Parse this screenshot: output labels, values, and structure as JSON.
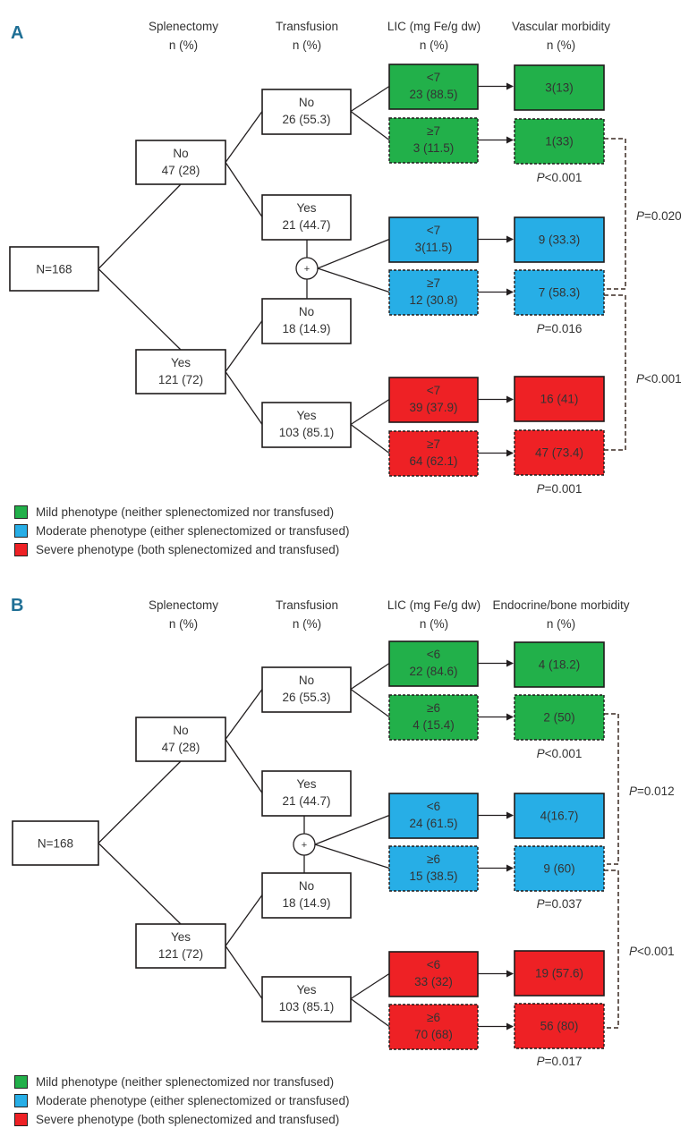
{
  "colors": {
    "mild": "#22b04a",
    "moderate": "#27aee6",
    "severe": "#ee2125",
    "white": "#ffffff",
    "panel_letter": "#1f6f95",
    "line": "#231f20",
    "dashed": "#3a2a22"
  },
  "panels": [
    {
      "letter": "A",
      "headers": {
        "splenectomy": [
          "Splenectomy",
          "n (%)"
        ],
        "transfusion": [
          "Transfusion",
          "n (%)"
        ],
        "lic": [
          "LIC (mg Fe/g dw)",
          "n (%)"
        ],
        "outcome": [
          "Vascular morbidity",
          "n (%)"
        ]
      },
      "root": "N=168",
      "splenectomy": [
        {
          "label": "No",
          "value": "47 (28)"
        },
        {
          "label": "Yes",
          "value": "121 (72)"
        }
      ],
      "transfusion": [
        {
          "label": "No",
          "value": "26 (55.3)"
        },
        {
          "label": "Yes",
          "value": "21 (44.7)"
        },
        {
          "label": "No",
          "value": "18 (14.9)"
        },
        {
          "label": "Yes",
          "value": "103 (85.1)"
        }
      ],
      "combine_symbol": "+",
      "lic": [
        {
          "label": "<7",
          "value": "23 (88.5)",
          "phenotype": "mild",
          "high": false
        },
        {
          "label": "≥7",
          "value": "3 (11.5)",
          "phenotype": "mild",
          "high": true
        },
        {
          "label": "<7",
          "value": "3(11.5)",
          "phenotype": "moderate",
          "high": false
        },
        {
          "label": "≥7",
          "value": "12 (30.8)",
          "phenotype": "moderate",
          "high": true
        },
        {
          "label": "<7",
          "value": "39 (37.9)",
          "phenotype": "severe",
          "high": false
        },
        {
          "label": "≥7",
          "value": "64 (62.1)",
          "phenotype": "severe",
          "high": true
        }
      ],
      "outcome": [
        {
          "value": "3(13)",
          "phenotype": "mild",
          "high": false
        },
        {
          "value": "1(33)",
          "phenotype": "mild",
          "high": true
        },
        {
          "value": "9 (33.3)",
          "phenotype": "moderate",
          "high": false
        },
        {
          "value": "7 (58.3)",
          "phenotype": "moderate",
          "high": true
        },
        {
          "value": "16 (41)",
          "phenotype": "severe",
          "high": false
        },
        {
          "value": "47 (73.4)",
          "phenotype": "severe",
          "high": true
        }
      ],
      "p_within": [
        {
          "p": "P",
          "rest": "<0.001"
        },
        {
          "p": "P",
          "rest": "=0.016"
        },
        {
          "p": "P",
          "rest": "=0.001"
        }
      ],
      "p_between": [
        {
          "p": "P",
          "rest": "=0.020"
        },
        {
          "p": "P",
          "rest": "<0.001"
        }
      ]
    },
    {
      "letter": "B",
      "headers": {
        "splenectomy": [
          "Splenectomy",
          "n (%)"
        ],
        "transfusion": [
          "Transfusion",
          "n (%)"
        ],
        "lic": [
          "LIC (mg Fe/g dw)",
          "n (%)"
        ],
        "outcome": [
          "Endocrine/bone morbidity",
          "n (%)"
        ]
      },
      "root": "N=168",
      "splenectomy": [
        {
          "label": "No",
          "value": "47 (28)"
        },
        {
          "label": "Yes",
          "value": "121 (72)"
        }
      ],
      "transfusion": [
        {
          "label": "No",
          "value": "26 (55.3)"
        },
        {
          "label": "Yes",
          "value": "21 (44.7)"
        },
        {
          "label": "No",
          "value": "18 (14.9)"
        },
        {
          "label": "Yes",
          "value": "103 (85.1)"
        }
      ],
      "combine_symbol": "+",
      "lic": [
        {
          "label": "<6",
          "value": "22 (84.6)",
          "phenotype": "mild",
          "high": false
        },
        {
          "label": "≥6",
          "value": "4 (15.4)",
          "phenotype": "mild",
          "high": true
        },
        {
          "label": "<6",
          "value": "24 (61.5)",
          "phenotype": "moderate",
          "high": false
        },
        {
          "label": "≥6",
          "value": "15 (38.5)",
          "phenotype": "moderate",
          "high": true
        },
        {
          "label": "<6",
          "value": "33 (32)",
          "phenotype": "severe",
          "high": false
        },
        {
          "label": "≥6",
          "value": "70 (68)",
          "phenotype": "severe",
          "high": true
        }
      ],
      "outcome": [
        {
          "value": "4 (18.2)",
          "phenotype": "mild",
          "high": false
        },
        {
          "value": "2 (50)",
          "phenotype": "mild",
          "high": true
        },
        {
          "value": "4(16.7)",
          "phenotype": "moderate",
          "high": false
        },
        {
          "value": "9 (60)",
          "phenotype": "moderate",
          "high": true
        },
        {
          "value": "19 (57.6)",
          "phenotype": "severe",
          "high": false
        },
        {
          "value": "56 (80)",
          "phenotype": "severe",
          "high": true
        }
      ],
      "p_within": [
        {
          "p": "P",
          "rest": "<0.001"
        },
        {
          "p": "P",
          "rest": "=0.037"
        },
        {
          "p": "P",
          "rest": "=0.017"
        }
      ],
      "p_between": [
        {
          "p": "P",
          "rest": "=0.012"
        },
        {
          "p": "P",
          "rest": "<0.001"
        }
      ]
    }
  ],
  "legend": [
    {
      "phenotype": "mild",
      "label": "Mild phenotype (neither splenectomized nor transfused)"
    },
    {
      "phenotype": "moderate",
      "label": "Moderate phenotype (either splenectomized or transfused)"
    },
    {
      "phenotype": "severe",
      "label": "Severe phenotype (both splenectomized and transfused)"
    }
  ]
}
